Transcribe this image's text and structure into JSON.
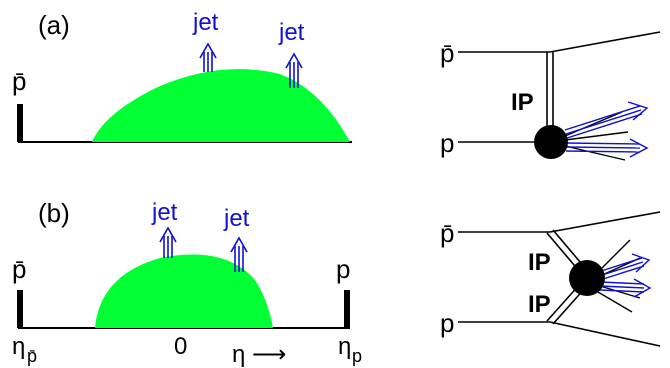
{
  "panel_a": {
    "label": "(a)",
    "beam_label": "p̄",
    "jet_labels": [
      "jet",
      "jet"
    ]
  },
  "panel_b": {
    "label": "(b)",
    "beam_left_label": "p̄",
    "beam_right_label": "p",
    "jet_labels": [
      "jet",
      "jet"
    ],
    "axis": {
      "eta_left": "η",
      "eta_left_sub": "p̄",
      "zero": "0",
      "eta_arrow": "η ⟶",
      "eta_right": "η",
      "eta_right_sub": "p"
    }
  },
  "feyn_a": {
    "pbar_label": "p̄",
    "pomeron_label": "IP",
    "p_label": "p"
  },
  "feyn_b": {
    "pbar_label": "p̄",
    "pomeron_top_label": "IP",
    "pomeron_bottom_label": "IP",
    "p_label": "p"
  },
  "colors": {
    "mound": "#00ff33",
    "jet_blue": "#1010d0",
    "line": "#000000"
  }
}
